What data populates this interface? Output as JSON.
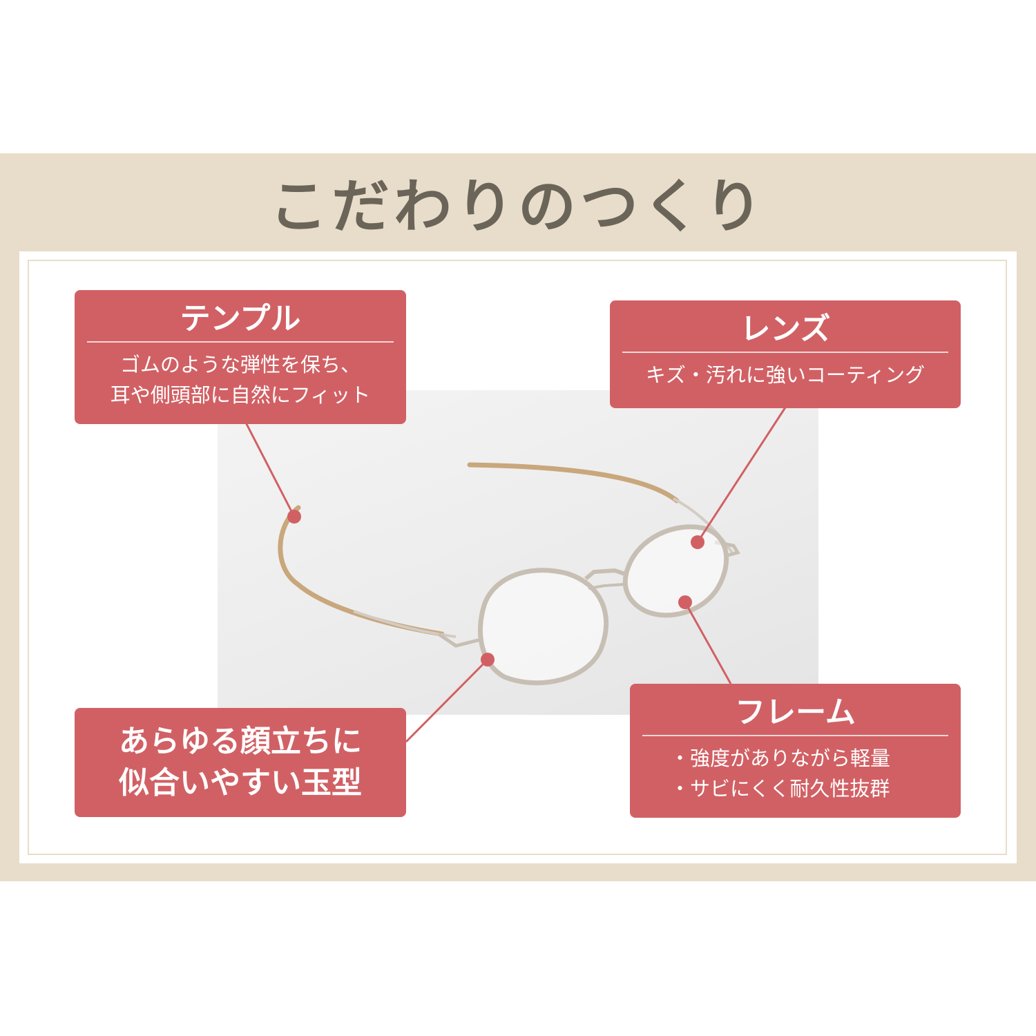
{
  "title": "こだわりのつくり",
  "temple": {
    "heading": "テンプル",
    "lines": [
      "ゴムのような弾性を保ち、",
      "耳や側頭部に自然にフィット"
    ]
  },
  "lens": {
    "heading": "レンズ",
    "lines": [
      "キズ・汚れに強いコーティング"
    ]
  },
  "frame": {
    "heading": "フレーム",
    "lines": [
      "・強度がありながら軽量",
      "・サビにくく耐久性抜群"
    ]
  },
  "shape": {
    "lines": [
      "あらゆる顔立ちに",
      "似合いやすい玉型"
    ]
  },
  "colors": {
    "accent": "#d16064",
    "panel": "#e8ddca",
    "title_text": "#6b6458",
    "frame_metal": "#c8bfb4",
    "temple_tip": "#c9a77c"
  },
  "image": {
    "subject": "glasses-photo"
  }
}
